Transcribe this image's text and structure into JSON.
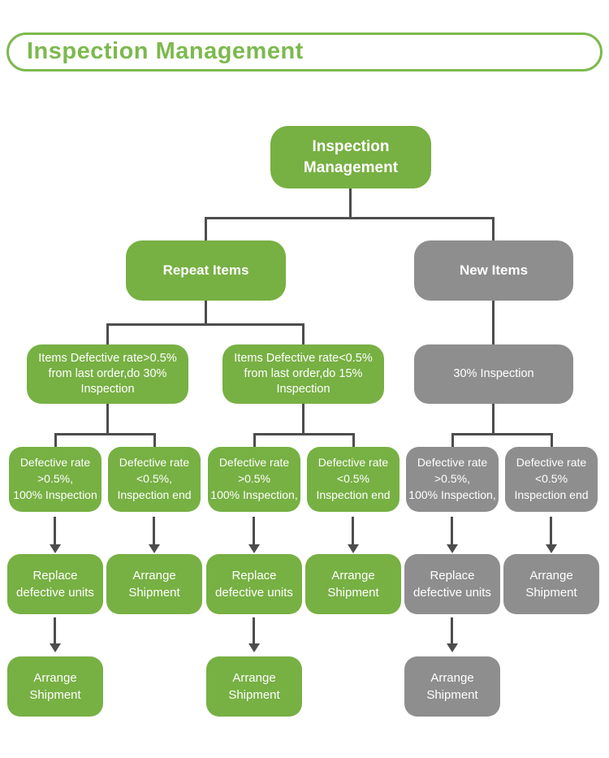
{
  "header": {
    "title": "Inspection Management"
  },
  "colors": {
    "node_green": "#77b043",
    "node_gray": "#8e8e8e",
    "connector": "#4d4d4d",
    "header_green": "#7cb94e",
    "node_text": "#ffffff"
  },
  "flowchart": {
    "root": {
      "label": "Inspection\nManagement",
      "color": "green"
    },
    "branches": [
      {
        "label": "Repeat Items",
        "color": "green"
      },
      {
        "label": "New Items",
        "color": "gray"
      }
    ],
    "conditions": [
      {
        "label": "Items Defective rate>0.5%\nfrom last order,do 30%\nInspection",
        "color": "green"
      },
      {
        "label": "Items Defective rate<0.5%\nfrom last order,do 15%\nInspection",
        "color": "green"
      },
      {
        "label": "30% Inspection",
        "color": "gray"
      }
    ],
    "outcomes": [
      {
        "label": "Defective rate\n>0.5%,\n100% Inspection",
        "color": "green"
      },
      {
        "label": "Defective rate\n<0.5%,\nInspection end",
        "color": "green"
      },
      {
        "label": "Defective rate\n>0.5%\n100% Inspection,",
        "color": "green"
      },
      {
        "label": "Defective rate\n<0.5%\nInspection end",
        "color": "green"
      },
      {
        "label": "Defective rate\n>0.5%,\n100% Inspection,",
        "color": "gray"
      },
      {
        "label": "Defective rate\n<0.5%\nInspection end",
        "color": "gray"
      }
    ],
    "actions": [
      {
        "label": "Replace\ndefective units",
        "color": "green"
      },
      {
        "label": "Arrange\nShipment",
        "color": "green"
      },
      {
        "label": "Replace\ndefective units",
        "color": "green"
      },
      {
        "label": "Arrange\nShipment",
        "color": "green"
      },
      {
        "label": "Replace\ndefective units",
        "color": "gray"
      },
      {
        "label": "Arrange\nShipment",
        "color": "gray"
      }
    ],
    "final": [
      {
        "label": "Arrange\nShipment",
        "color": "green"
      },
      {
        "label": "Arrange\nShipment",
        "color": "green"
      },
      {
        "label": "Arrange\nShipment",
        "color": "gray"
      }
    ]
  }
}
